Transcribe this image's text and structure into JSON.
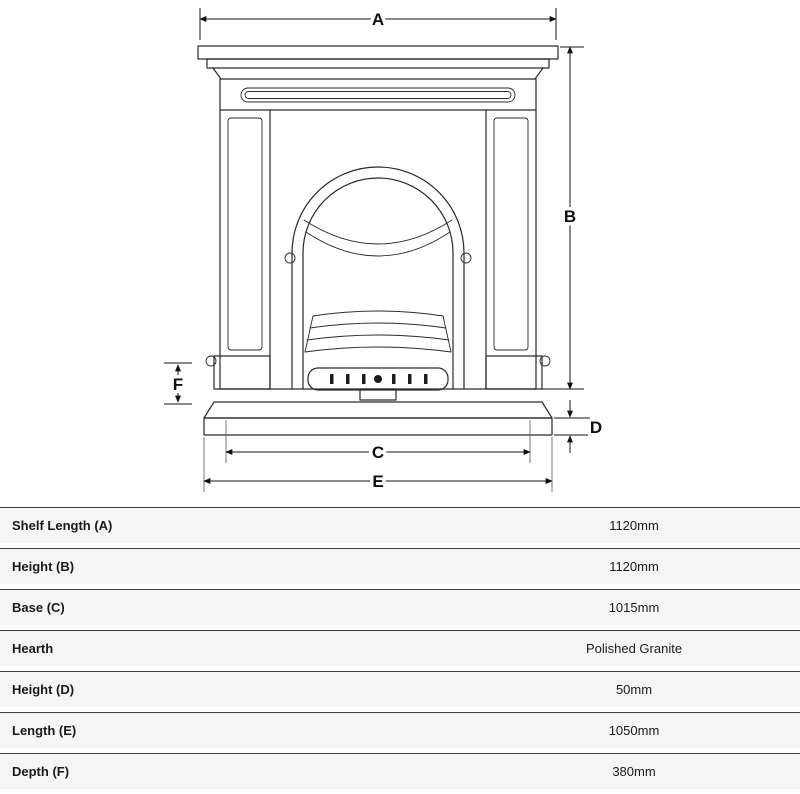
{
  "diagram": {
    "labels": {
      "a": "A",
      "b": "B",
      "c": "C",
      "d": "D",
      "e": "E",
      "f": "F"
    }
  },
  "table": {
    "rows": [
      {
        "label": "Shelf Length (A)",
        "value": "1120mm"
      },
      {
        "label": "Height (B)",
        "value": "1120mm"
      },
      {
        "label": "Base (C)",
        "value": "1015mm"
      },
      {
        "label": "Hearth",
        "value": "Polished Granite"
      },
      {
        "label": "Height (D)",
        "value": "50mm"
      },
      {
        "label": "Length (E)",
        "value": "1050mm"
      },
      {
        "label": "Depth (F)",
        "value": "380mm"
      }
    ]
  },
  "colors": {
    "row-bg": "#f5f5f5",
    "row-border": "#3d3d3d",
    "line": "#2a2a2a"
  }
}
